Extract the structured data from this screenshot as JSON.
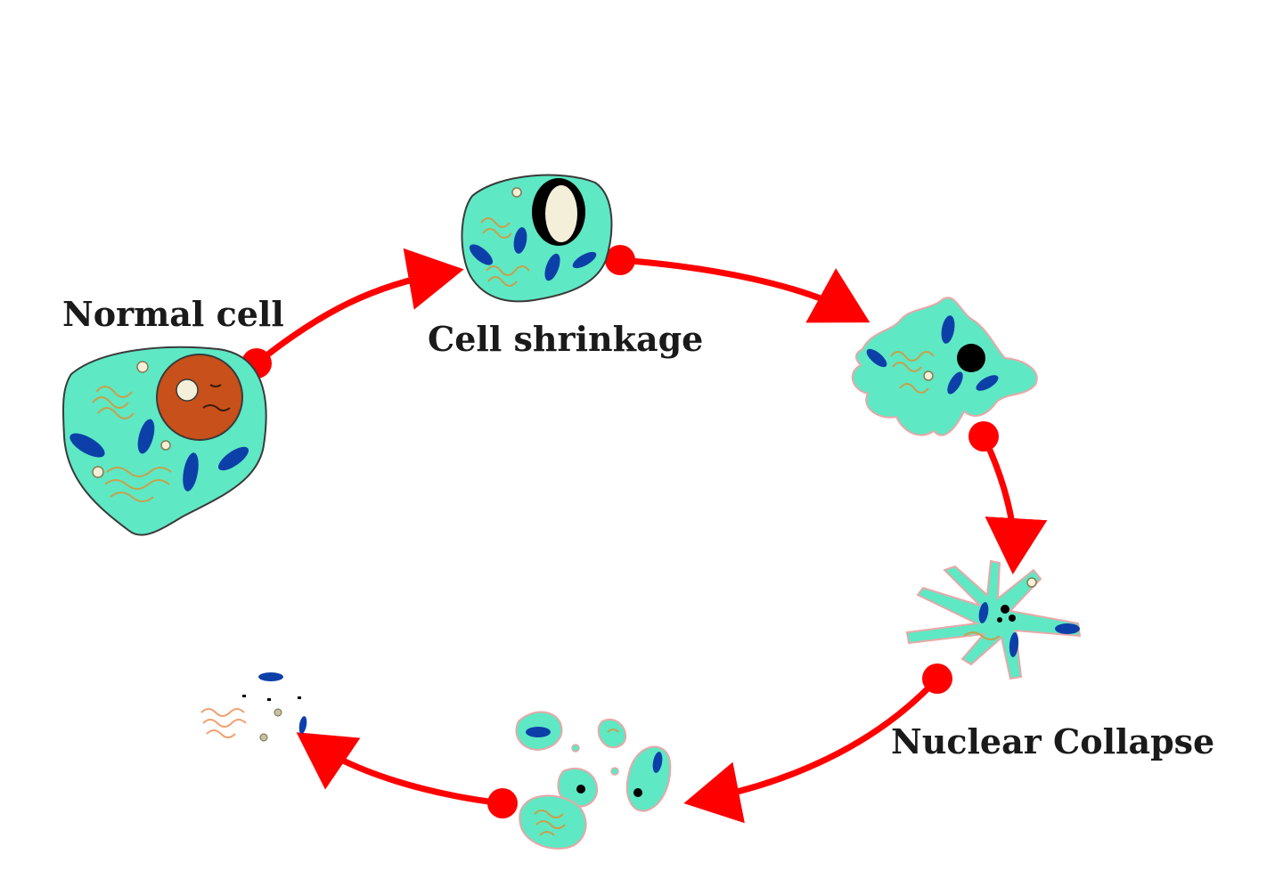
{
  "labels": {
    "normal_cell": "Normal cell",
    "cell_shrinkage": "Cell shrinkage",
    "nuclear_collapse": "Nuclear Collapse"
  },
  "colors": {
    "cytoplasm": "#5ee8c4",
    "outline": "#3a3a3a",
    "organelle": "#0d3fa8",
    "nucleus": "#c8501a",
    "arrow": "#ff0000",
    "golgi": "#c9a04a",
    "background": "#ffffff"
  }
}
